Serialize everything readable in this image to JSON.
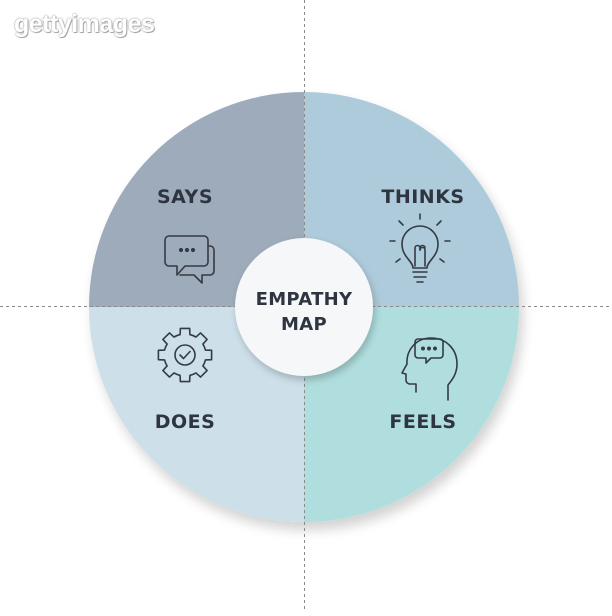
{
  "watermark": "gettyimages",
  "center": {
    "line1": "EMPATHY",
    "line2": "MAP"
  },
  "quadrants": {
    "says": {
      "label": "SAYS",
      "icon": "speech-bubbles-icon",
      "color": "#9eabbb"
    },
    "thinks": {
      "label": "THINKS",
      "icon": "lightbulb-icon",
      "color": "#aecbdb"
    },
    "does": {
      "label": "DOES",
      "icon": "gear-check-icon",
      "color": "#cddfe9"
    },
    "feels": {
      "label": "FEELS",
      "icon": "head-thought-icon",
      "color": "#b0dede"
    }
  },
  "colors": {
    "text": "#2e3540",
    "icon_stroke": "#353b44",
    "center_fill": "#f6f7f8",
    "guide_line": "#8a8a8a"
  }
}
